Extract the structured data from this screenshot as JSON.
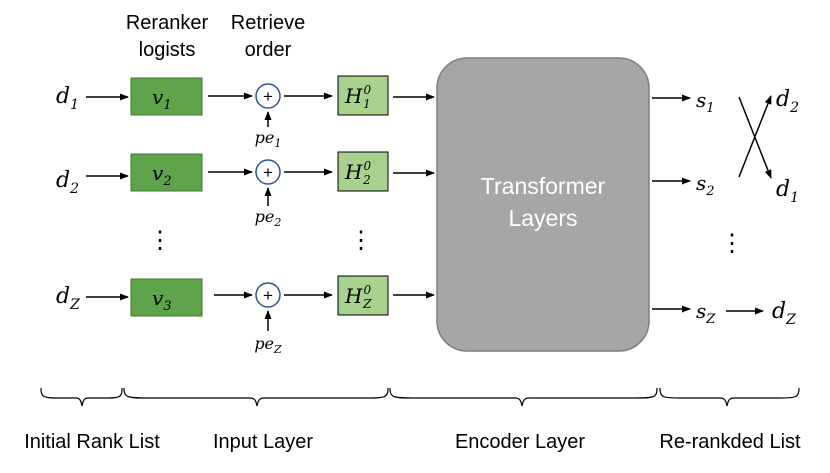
{
  "colors": {
    "box_dark": "#5fa34b",
    "box_light": "#a9d18e",
    "box_border": "#3b7a2a",
    "encoder_fill": "#a6a6a6",
    "encoder_border": "#7f7f7f",
    "circle_stroke": "#2f5597"
  },
  "headers": {
    "reranker_line1": "Reranker",
    "reranker_line2": "logists",
    "retrieve_line1": "Retrieve",
    "retrieve_line2": "order"
  },
  "rows": [
    {
      "doc": "d",
      "doc_sub": "1",
      "v": "v",
      "v_sub": "1",
      "op": "+",
      "pe": "pe",
      "pe_sub": "1",
      "h": "H",
      "h_sup": "0",
      "h_sub": "1",
      "s": "s",
      "s_sub": "1"
    },
    {
      "doc": "d",
      "doc_sub": "2",
      "v": "v",
      "v_sub": "2",
      "op": "+",
      "pe": "pe",
      "pe_sub": "2",
      "h": "H",
      "h_sup": "0",
      "h_sub": "2",
      "s": "s",
      "s_sub": "2"
    },
    {
      "doc": "d",
      "doc_sub": "Z",
      "v": "v",
      "v_sub": "3",
      "op": "+",
      "pe": "pe",
      "pe_sub": "Z",
      "h": "H",
      "h_sup": "0",
      "h_sub": "Z",
      "s": "s",
      "s_sub": "Z"
    }
  ],
  "encoder": {
    "line1": "Transformer",
    "line2": "Layers"
  },
  "outputs": [
    {
      "doc": "d",
      "doc_sub": "2"
    },
    {
      "doc": "d",
      "doc_sub": "1"
    },
    {
      "doc": "d",
      "doc_sub": "Z"
    }
  ],
  "ellipsis": "⋮",
  "sections": {
    "initial": "Initial Rank List",
    "input": "Input Layer",
    "encoder": "Encoder Layer",
    "reranked": "Re-rankded List"
  }
}
